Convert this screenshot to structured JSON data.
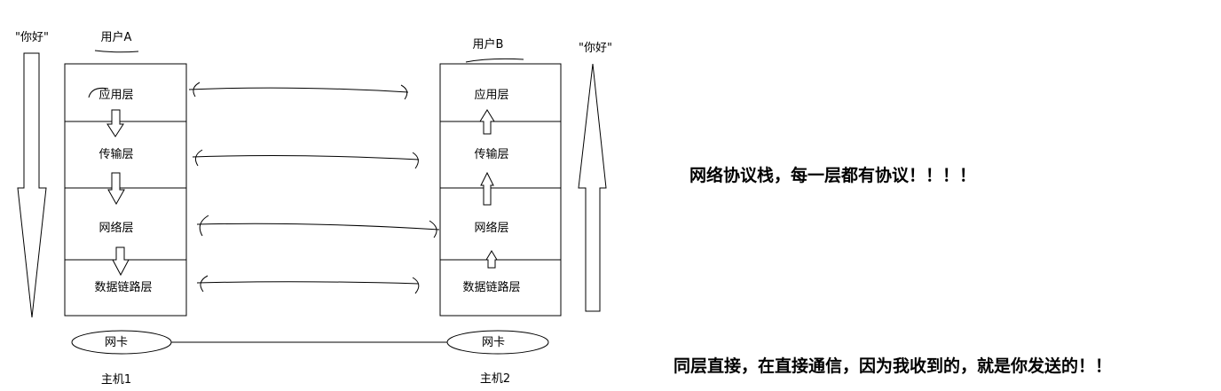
{
  "hostA": {
    "user_label": "用户A",
    "message": "\"你好\"",
    "layers": [
      "应用层",
      "传输层",
      "网络层",
      "数据链路层"
    ],
    "nic": "网卡",
    "host_label": "主机1"
  },
  "hostB": {
    "user_label": "用户B",
    "message": "\"你好\"",
    "layers": [
      "应用层",
      "传输层",
      "网络层",
      "数据链路层"
    ],
    "nic": "网卡",
    "host_label": "主机2"
  },
  "notes": {
    "protocol_stack": "网络协议栈，每一层都有协议！！！！",
    "peer_communication": "同层直接，在直接通信，因为我收到的，就是你发送的！！"
  }
}
